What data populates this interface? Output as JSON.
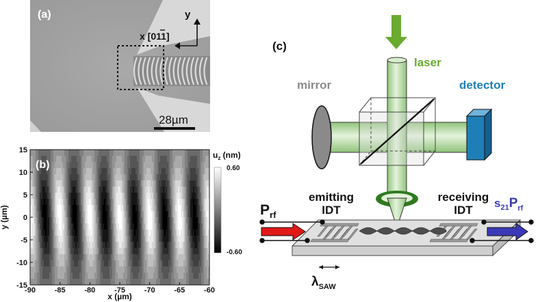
{
  "panel_a": {
    "label": "(a)",
    "axis_x": "x [0",
    "axis_x_mid": "1",
    "axis_x_bar": "1",
    "axis_x_end": "1]",
    "axis_y": "y",
    "scale_bar": "28µm"
  },
  "panel_b": {
    "label": "(b)",
    "colorbar_title_main": "u",
    "colorbar_title_sub": "z",
    "colorbar_title_unit": " (nm)",
    "colorbar_max": "0.60",
    "colorbar_min": "-0.60",
    "xlabel": "x (µm)",
    "ylabel": "y (µm)",
    "xticks": [
      "-90",
      "-85",
      "-80",
      "-75",
      "-70",
      "-65",
      "-60"
    ],
    "yticks": [
      "15",
      "10",
      "5",
      "0",
      "-5",
      "-10",
      "-15"
    ]
  },
  "panel_c": {
    "label": "(c)",
    "laser": "laser",
    "mirror": "mirror",
    "detector": "detector",
    "emitting_1": "emitting",
    "emitting_2": "IDT",
    "receiving_1": "receiving",
    "receiving_2": "IDT",
    "p_main": "P",
    "p_sub": "rf",
    "s_main": "s",
    "s_sub1": "21",
    "s_p": "P",
    "s_sub2": "rf",
    "lambda_main": "λ",
    "lambda_sub": "SAW"
  },
  "colors": {
    "laser_green": "#6aaa2e",
    "beam_green": "#c9e6b8",
    "detector_blue": "#1e7fb8",
    "rf_red": "#e01818",
    "rf_blue": "#3a3ab8",
    "mirror_gray": "#8a8a8a"
  }
}
